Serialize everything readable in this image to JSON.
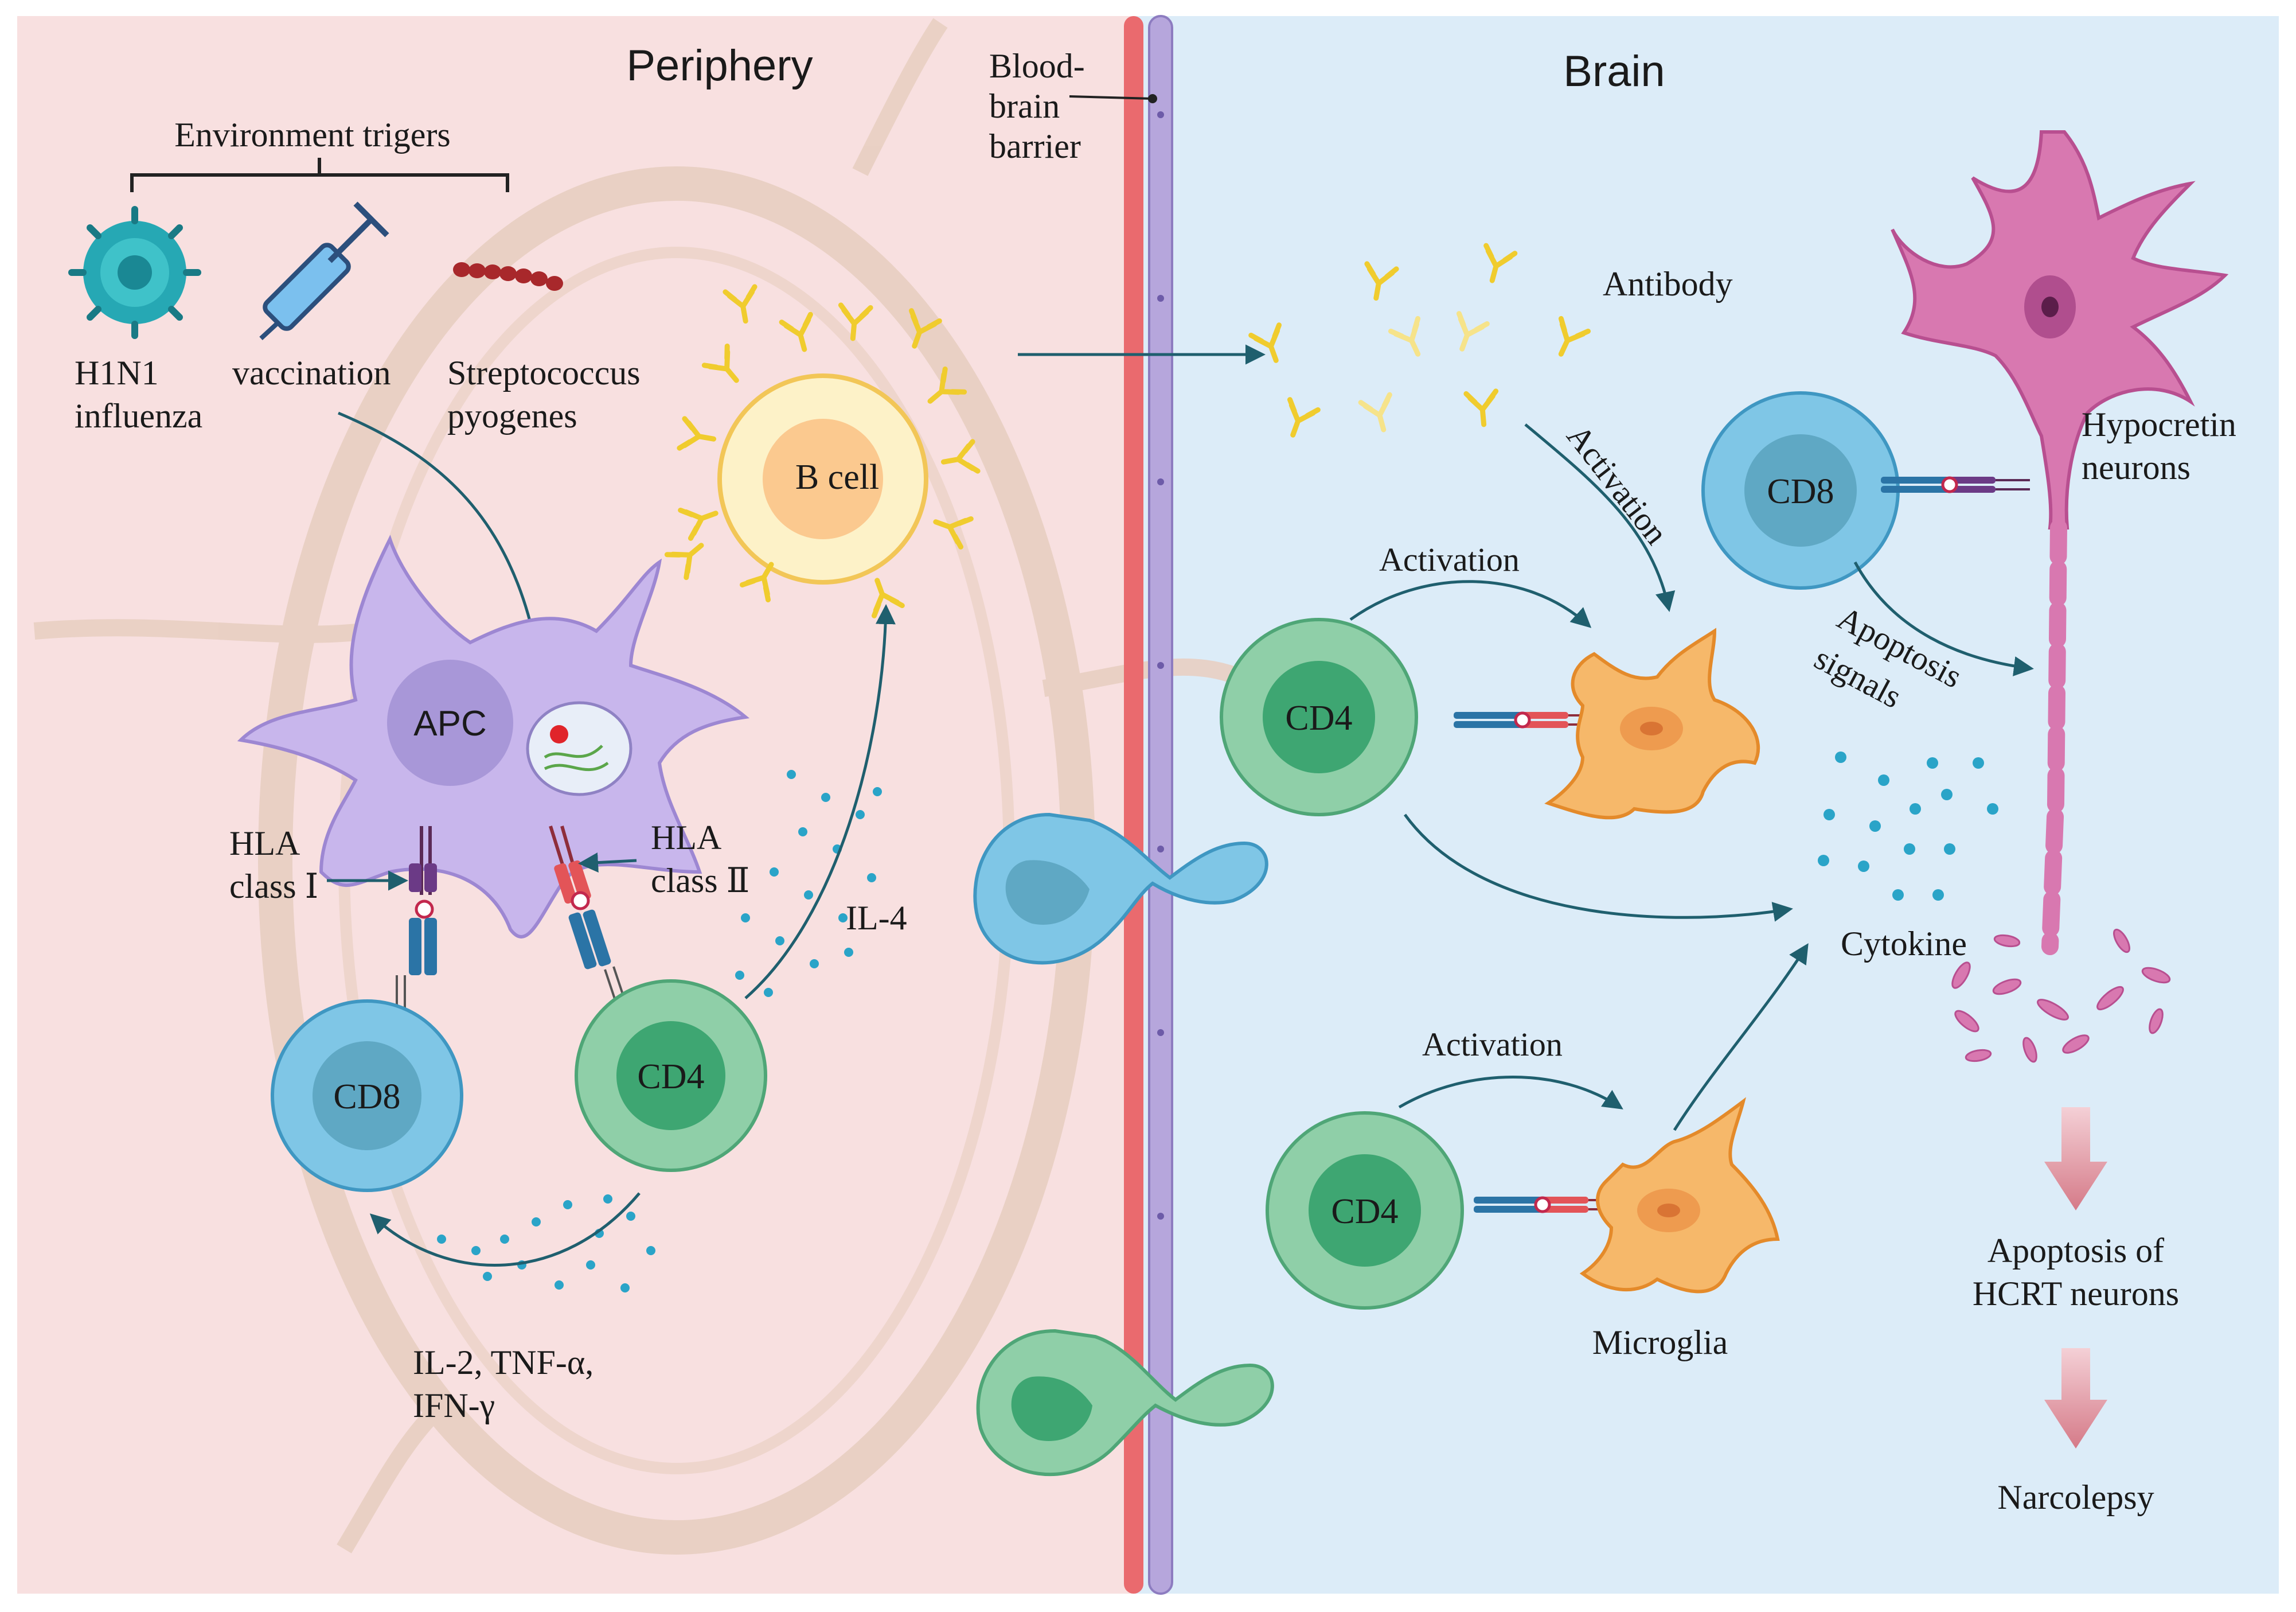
{
  "regions": {
    "periphery": "Periphery",
    "brain": "Brain",
    "bbb_line1": "Blood-",
    "bbb_line2": "brain",
    "bbb_line3": "barrier"
  },
  "triggers": {
    "heading": "Environment trigers",
    "h1n1_line1": "H1N1",
    "h1n1_line2": "influenza",
    "vaccination": "vaccination",
    "strep_line1": "Streptococcus",
    "strep_line2": "pyogenes"
  },
  "cells": {
    "apc": "APC",
    "bcell": "B cell",
    "cd8": "CD8",
    "cd4": "CD4",
    "microglia": "Microglia",
    "neuron_line1": "Hypocretin",
    "neuron_line2": "neurons"
  },
  "labels": {
    "hla1_line1": "HLA",
    "hla1_line2": "class Ⅰ",
    "hla2_line1": "HLA",
    "hla2_line2": "class Ⅱ",
    "il4": "IL-4",
    "il2_line1": "IL-2, TNF-α,",
    "il2_line2": "IFN-γ",
    "antibody": "Antibody",
    "activation": "Activation",
    "apoptosis_signals_line1": "Apoptosis",
    "apoptosis_signals_line2": "signals",
    "cytokine": "Cytokine",
    "apoptosis_hcrt_line1": "Apoptosis of",
    "apoptosis_hcrt_line2": "HCRT neurons",
    "narcolepsy": "Narcolepsy"
  },
  "colors": {
    "periphery_bg": "#f8e0e0",
    "brain_bg": "#dcecf8",
    "arrow": "#1f5f6e",
    "apc": "#c8b6ec",
    "cd8": "#7fc6e6",
    "cd4": "#8fcfa8",
    "bcell": "#fbe7b8",
    "antibody": "#f2d23c",
    "microglia": "#f6b86a",
    "neuron": "#d878b0",
    "cytokine": "#2aa4c8"
  }
}
